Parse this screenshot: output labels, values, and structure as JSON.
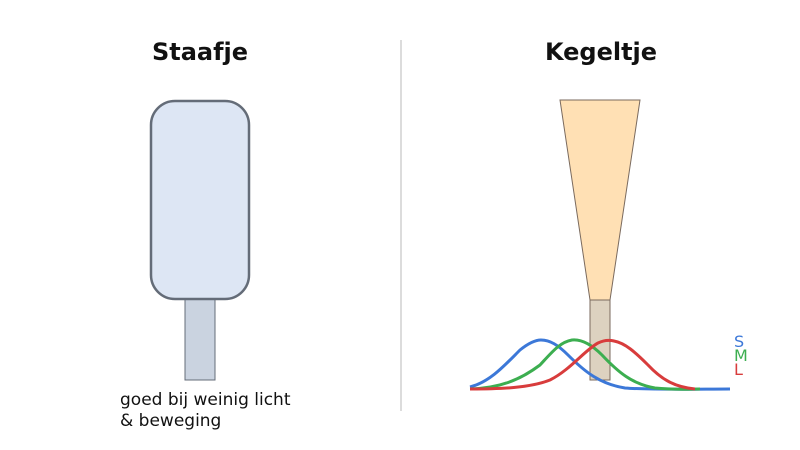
{
  "left": {
    "title": "Staafje",
    "caption_line1": "goed bij weinig licht",
    "caption_line2": "& beweging",
    "shape": {
      "body_fill": "#dde6f4",
      "body_stroke": "#646c78",
      "stem_fill": "#cad3e0"
    }
  },
  "right": {
    "title": "Kegeltje",
    "shape": {
      "cone_fill": "#ffe0b4",
      "cone_stroke": "#7a6a5e",
      "stem_fill": "#ddd2c0"
    },
    "legend": [
      {
        "label": "S",
        "color": "#3c78d8"
      },
      {
        "label": "M",
        "color": "#3cae50"
      },
      {
        "label": "L",
        "color": "#d83c3c"
      }
    ]
  }
}
